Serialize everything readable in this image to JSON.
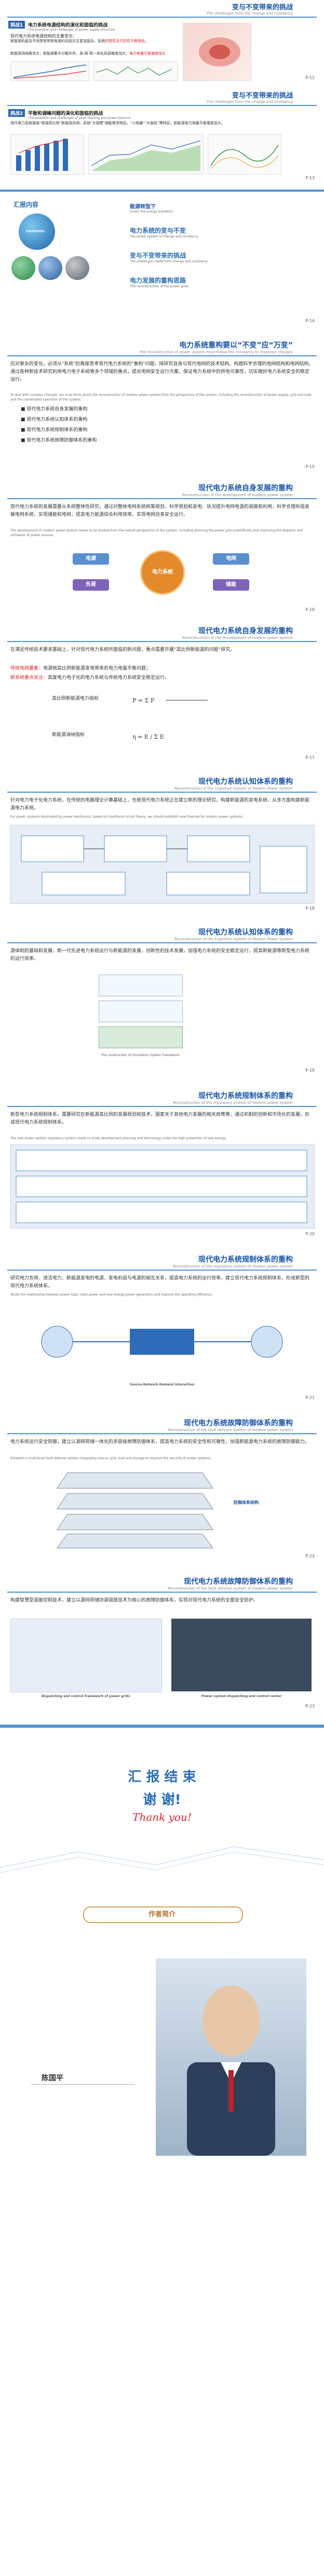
{
  "slide1": {
    "title": "变与不变带来的挑战",
    "subtitle": "The challenges from the change and constancy",
    "tag1": "挑战1",
    "heading1": "电力系统电源结构的演化和面临的挑战",
    "en1": "The evolution and challenges of power supply structure",
    "line1": "现代电力系统电源结构的主要变化：",
    "bullet1a": "新能源机组及不同类型常规电源的动态交互更加复杂，系统",
    "bullet1a_red": "的惯性及可控性不断降低。",
    "bullet1b": "新能源消纳需求大，新能源集中分散并存，源-网-荷一体化协调难度加大；",
    "bullet1b_red": "电力电量平衡难度加大",
    "pagenum": "P-12"
  },
  "slide2": {
    "title": "变与不变带来的挑战",
    "subtitle": "The challenges from the change and constancy",
    "tag2": "挑战2",
    "heading2": "平衡和调峰问题的演化和面临的挑战",
    "en2": "The evolution and challenges of peak shaving and power balance",
    "body": "现代电力系统面临“极端高比例”新能源并网，系统\"大规模\"储能需求明显，“小电量”\"大装机”等特征，新能源电力电量平衡难度加大。",
    "pagenum": "P-13"
  },
  "slide3": {
    "contents_title": "汇报内容",
    "contents_en": "Contents",
    "heading": "能源转型下",
    "heading_en": "Under the energy transition",
    "item1": "电力系统的变与不变",
    "item1_en": "The power system is change and constancy",
    "item2": "变与不变带来的挑战",
    "item2_en": "The challenges made from change and constancy",
    "item3": "电力发展的重构思路",
    "item3_en": "The reconstruction of the power grids",
    "pagenum": "P-14"
  },
  "slide4": {
    "title": "电力系统重构要以“不变”应“万变”",
    "subtitle": "The reconstruction of power system must follow the constancy to response changes",
    "body": "应对复杂的变化，必须从\"系统\"的角度思考现代电力系统的\"重构\"问题，除研究自身与现代电网的技术结构，构建科学合理的电网结构和电网结构，通过各种新技术研究利用电力电子系统等多个领域的重点，提出电网安全运行方案，保证电力系统中的供电可靠性，切实做好电力系统安全的稳定运行。",
    "en_body": "To deal with complex changes, we must think about the reconstruction of modern power system from the perspective of the system, including the reconstruction of power supply, grid and load, and the coordinated operation of the system.",
    "items": [
      "现代电力系统自身发展的重构",
      "现代电力系统认知体系的重构",
      "现代电力系统规制体系的重构",
      "现代电力系统故障防御体系的重构"
    ],
    "pagenum": "P-15"
  },
  "slide5": {
    "title": "现代电力系统自身发展的重构",
    "subtitle": "Reconstruction of the development of modern power system",
    "body": "现代电力系统的发展需要从系统整体性研究，通过对整体电网系统统筹规划、科学规划和发电、状况提升电网电源的调度和利用，科学合理布局发输电网系统，实现储能和电网，提高电力能源综合利用效率。实现电网自身安全运行。",
    "en_body": "The development of modern power system needs to be studied from the overall perspective of the system, including planning the power grid scientifically and improving the dispatch and utilization of power sources.",
    "center": "电力系统",
    "nodes": [
      "电源",
      "电网",
      "负荷",
      "储能"
    ],
    "pagenum": "P-16"
  },
  "slide6": {
    "title": "现代电力系统自身发展的重构",
    "subtitle": "Reconstruction of the development of modern power system",
    "body": "在满足传统技术要求基础上，针对现代电力系统所面临的新问题，重点需要开展“高比例新能源的问题”研究。",
    "red1": "传统电网要素：",
    "red1_body": "电源侧高比例新能源发电带来的电力电量平衡问题；",
    "red2": "新系统重点关注：",
    "red2_body": "高度电力电子化的电力系统与传统电力系统安全稳定运行。",
    "formula1": "高比例新能源电力指标",
    "formula2": "新能源消纳指标",
    "pagenum": "P-17"
  },
  "slide7": {
    "title": "现代电力系统认知体系的重构",
    "subtitle": "Reconstruction of the Cognitive System of Modern Power System",
    "body": "针对电力电子化电力系统，在传统的电路理论计算基础上，也是现代电力系统正在建立新的理论研究，构建新能源的发电系统，从多方面构建新能源电力系统。",
    "en_body": "For power systems dominated by power electronics, based on traditional circuit theory, we should establish new theories for modern power systems.",
    "pagenum": "P-18"
  },
  "slide8": {
    "title": "现代电力系统认知体系的重构",
    "subtitle": "Reconstruction of the Cognitive System of Modern Power System",
    "body": "源体制的基础和发展，新一代先进电力系统运行与新能源的发展，创新性的技术发展，加强电力系统的安全稳定运行，提高新能源等新型电力系统的运行效率。",
    "caption": "The construction of Simulation System Framework",
    "pagenum": "P-19"
  },
  "slide9": {
    "title": "现代电力系统规制体系的重构",
    "subtitle": "Reconstruction of the regulatory system of modern power system",
    "body": "新型电力系统规制体系，需要研究在新能源高比例的发展规划和技术，国家关于其他电力发展的相关政策等，通过机制的创新和市场化的发展，形成现代电力系统规制体系。",
    "en_body": "The new power system regulatory system needs to study development planning and technology under the high proportion of new energy.",
    "pagenum": "P-20"
  },
  "slide10": {
    "title": "现代电力系统规制体系的重构",
    "subtitle": "Reconstruction of the regulatory system of modern power system",
    "body": "研究电力负荷、清洁电力、新能源发电的电源、发电机组与电源的相互关系，提高电力系统的运行效率，建立现代电力系统规制体系，形成新型的现代电力系统体系。",
    "en_body": "Study the relationship between power load, clean power and new energy power generation and improve the operating efficiency.",
    "caption": "Source-Network-Demand Interaction",
    "pagenum": "P-21"
  },
  "slide11": {
    "title": "现代电力系统故障防御体系的重构",
    "subtitle": "Reconstruction of the fault defense system of modern power system",
    "body": "电力系统运行安全防御，建立以源网荷储一体化的多层级故障防御体系，提高电力系统的安全性和可靠性，加强新能源电力系统的故障防御能力。",
    "en_body": "Establish a multi-level fault defense system integrating source, grid, load and storage to improve the security of power systems.",
    "label_side": "防御体系结构",
    "pagenum": "P-22"
  },
  "slide12": {
    "title": "现代电力系统故障防御体系的重构",
    "subtitle": "Reconstruction of the fault defense system of modern power system",
    "body": "构建智慧型调度控制技术，建立以源网荷储协调调度技术为核心的故障防御体系，实现对现代电力系统的全面安全防护。",
    "caption_left": "Dispatching and control framework of power grids",
    "caption_right": "Power system dispatching and control center",
    "pagenum": "P-23"
  },
  "closing": {
    "line1": "汇 报 结 束",
    "line2": "谢 谢!",
    "line3": "Thank you!"
  },
  "author": {
    "section": "作者简介",
    "name": "陈国平"
  },
  "colors": {
    "primary": "#1a56a8",
    "accent": "#d8232a",
    "line": "#4d92d6"
  }
}
